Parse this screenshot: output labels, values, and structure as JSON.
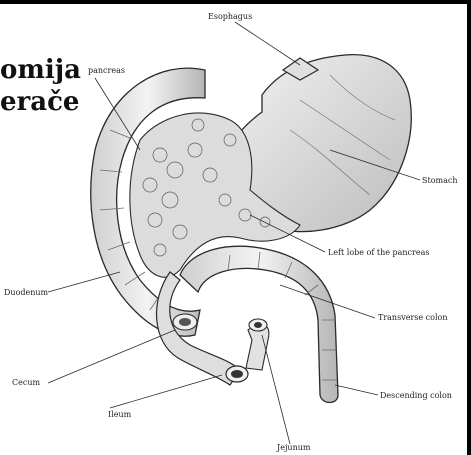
{
  "slide": {
    "title_line1": "omija",
    "title_line2": "erače"
  },
  "labels": {
    "esophagus": "Esophagus",
    "pancreas": "pancreas",
    "stomach": "Stomach",
    "left_lobe": "Left lobe of the pancreas",
    "duodenum": "Duodenum",
    "transverse_colon": "Transverse colon",
    "cecum": "Cecum",
    "descending_colon": "Descending colon",
    "ileum": "Ileum",
    "jejunum": "Jejunum"
  },
  "colors": {
    "ink": "#2a2a2a",
    "tissue": "#d9d9d9",
    "background": "#ffffff"
  }
}
